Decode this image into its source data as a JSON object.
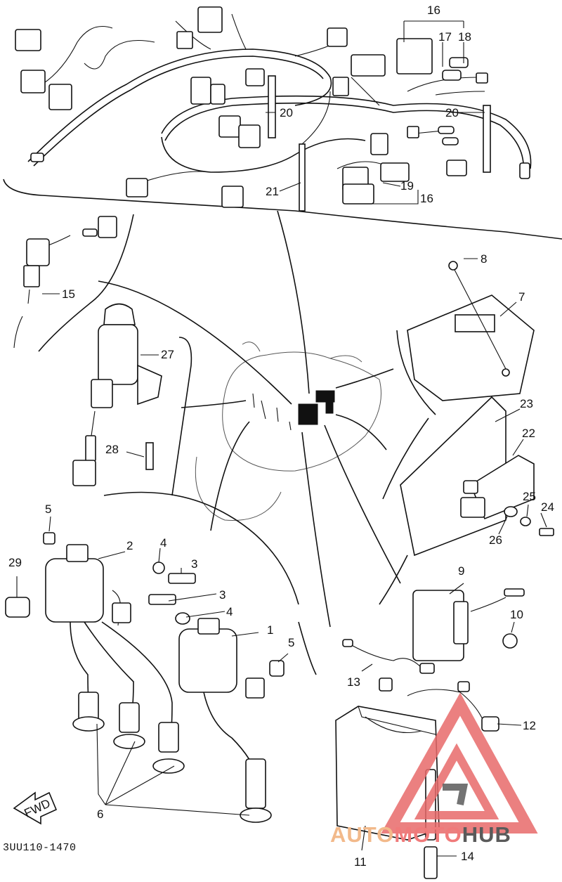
{
  "diagram": {
    "part_code": "3UU110-1470",
    "fwd_label": "FWD",
    "callouts": {
      "c1": "1",
      "c2": "2",
      "c3a": "3",
      "c3b": "3",
      "c4a": "4",
      "c4b": "4",
      "c5a": "5",
      "c5b": "5",
      "c6": "6",
      "c7": "7",
      "c8": "8",
      "c9": "9",
      "c10": "10",
      "c11": "11",
      "c12": "12",
      "c13": "13",
      "c14": "14",
      "c15": "15",
      "c16a": "16",
      "c16b": "16",
      "c17": "17",
      "c18": "18",
      "c19": "19",
      "c20a": "20",
      "c20b": "20",
      "c21": "21",
      "c22": "22",
      "c23": "23",
      "c24": "24",
      "c25": "25",
      "c26": "26",
      "c27": "27",
      "c28": "28",
      "c29": "29"
    }
  },
  "watermark": {
    "part1": "AUTO",
    "part2": "MOTO",
    "part3": "HUB",
    "triangle_color": "#e86a6a",
    "dark_color": "#5a5a5a"
  }
}
